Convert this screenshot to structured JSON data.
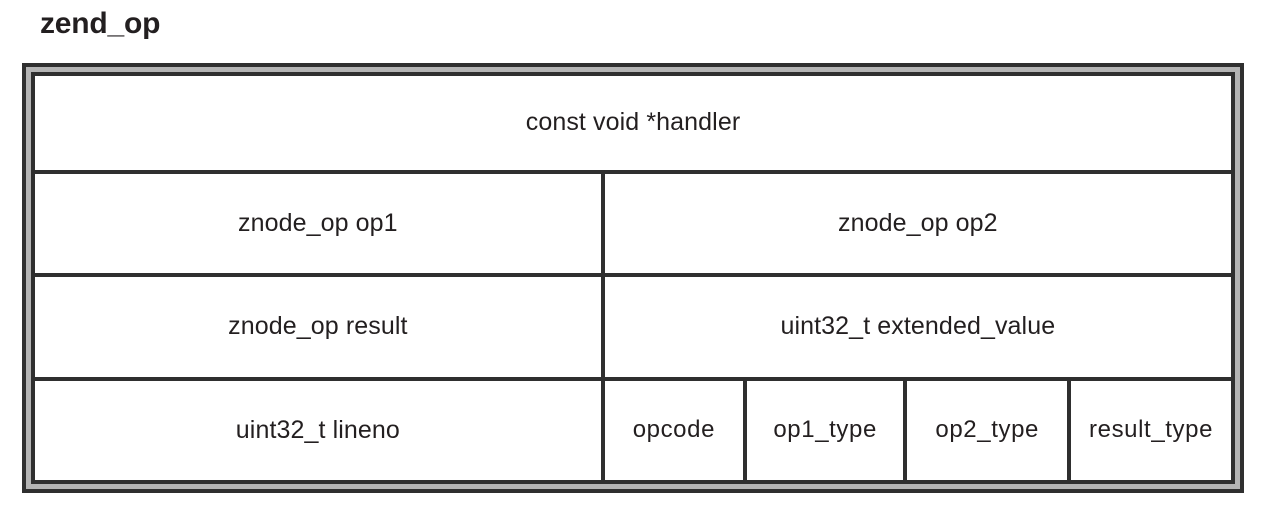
{
  "diagram": {
    "title": "zend_op",
    "type": "c-struct-memory-layout",
    "rows": [
      {
        "name": "handler-row",
        "cells": [
          {
            "name": "handler-cell",
            "label": "const void *handler"
          }
        ]
      },
      {
        "name": "op1-op2-row",
        "cells": [
          {
            "name": "op1-cell",
            "label": "znode_op op1"
          },
          {
            "name": "op2-cell",
            "label": "znode_op op2"
          }
        ]
      },
      {
        "name": "result-extended-row",
        "cells": [
          {
            "name": "result-cell",
            "label": "znode_op result"
          },
          {
            "name": "extended-value-cell",
            "label": "uint32_t extended_value"
          }
        ]
      },
      {
        "name": "lineno-types-row",
        "cells": [
          {
            "name": "lineno-cell",
            "label": "uint32_t lineno"
          },
          {
            "name": "opcode-cell",
            "label": "opcode"
          },
          {
            "name": "op1-type-cell",
            "label": "op1_type"
          },
          {
            "name": "op2-type-cell",
            "label": "op2_type"
          },
          {
            "name": "result-type-cell",
            "label": "result_type"
          }
        ]
      }
    ]
  },
  "colors": {
    "border_dark": "#2f2f2f",
    "border_gray": "#b4b4b4",
    "text": "#231f20",
    "background": "#ffffff"
  }
}
